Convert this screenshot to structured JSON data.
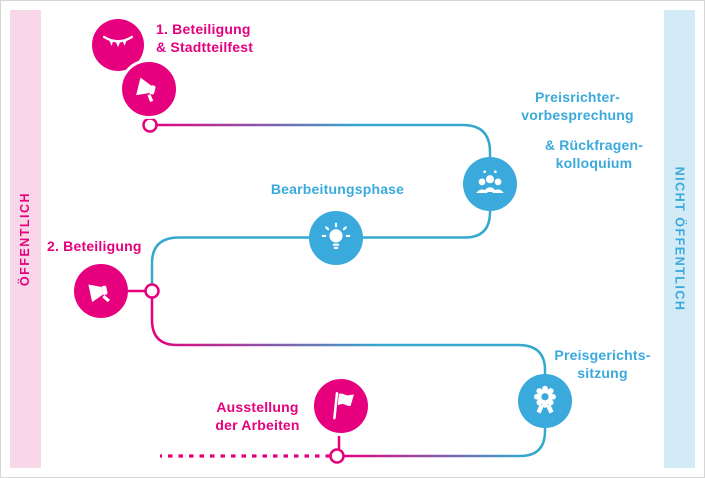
{
  "sidebar_left": {
    "label": "ÖFFENTLICH"
  },
  "sidebar_right": {
    "label": "NICHT ÖFFENTLICH"
  },
  "colors": {
    "pink": "#e6007e",
    "blue": "#3aa9dc",
    "line_teal": "#34a8cd",
    "pink_band_bg": "#f8d7e8",
    "blue_band_bg": "#d3eaf7"
  },
  "steps": {
    "festival": {
      "line1": "1. Beteiligung",
      "line2": "& Stadtteilfest",
      "icons": [
        "garland-icon",
        "megaphone-icon"
      ],
      "color": "#e6007e"
    },
    "preisrichter": {
      "line1": "Preisrichter-",
      "line2": "vorbesprechung",
      "line3": "& Rückfragen-",
      "line4": "kolloquium",
      "icon": "audience-icon",
      "color": "#3aa9dc"
    },
    "bearbeitung": {
      "line1": "Bearbeitungsphase",
      "icon": "lightbulb-icon",
      "color": "#3aa9dc"
    },
    "beteiligung2": {
      "line1": "2. Beteiligung",
      "icon": "megaphone-icon",
      "color": "#e6007e"
    },
    "preisgericht": {
      "line1": "Preisgerichts-",
      "line2": "sitzung",
      "icon": "medal-icon",
      "color": "#3aa9dc"
    },
    "ausstellung": {
      "line1": "Ausstellung",
      "line2": "der Arbeiten",
      "icon": "flag-icon",
      "color": "#e6007e"
    }
  }
}
